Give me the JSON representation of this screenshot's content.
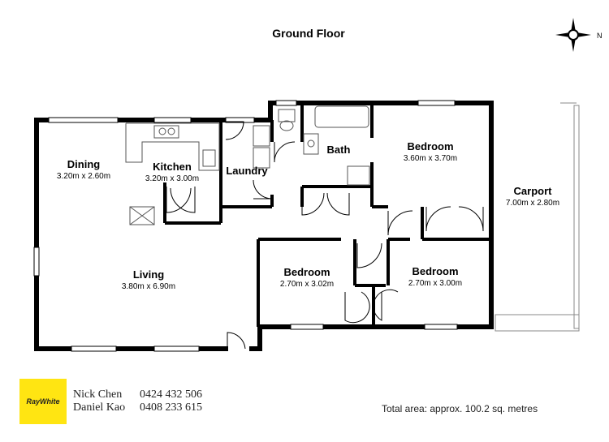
{
  "title": "Ground Floor",
  "compass": {
    "label": "N",
    "icon": "compass-rose-icon"
  },
  "rooms": [
    {
      "id": "dining",
      "name": "Dining",
      "dims": "3.20m x 2.60m"
    },
    {
      "id": "kitchen",
      "name": "Kitchen",
      "dims": "3.20m x 3.00m"
    },
    {
      "id": "laundry",
      "name": "Laundry",
      "dims": ""
    },
    {
      "id": "bath",
      "name": "Bath",
      "dims": ""
    },
    {
      "id": "bedroom1",
      "name": "Bedroom",
      "dims": "3.60m x 3.70m"
    },
    {
      "id": "carport",
      "name": "Carport",
      "dims": "7.00m x 2.80m"
    },
    {
      "id": "living",
      "name": "Living",
      "dims": "3.80m x 6.90m"
    },
    {
      "id": "bedroom2",
      "name": "Bedroom",
      "dims": "2.70m x 3.02m"
    },
    {
      "id": "bedroom3",
      "name": "Bedroom",
      "dims": "2.70m x 3.00m"
    }
  ],
  "logo": {
    "text": "RayWhite",
    "color": "#ffe512"
  },
  "contacts": [
    {
      "name": "Nick Chen",
      "phone": "0424 432 506"
    },
    {
      "name": "Daniel Kao",
      "phone": "0408 233 615"
    }
  ],
  "total_area": "Total area: approx. 100.2 sq. metres",
  "colors": {
    "wall": "#000000",
    "fixture": "#666666",
    "background": "#ffffff"
  }
}
